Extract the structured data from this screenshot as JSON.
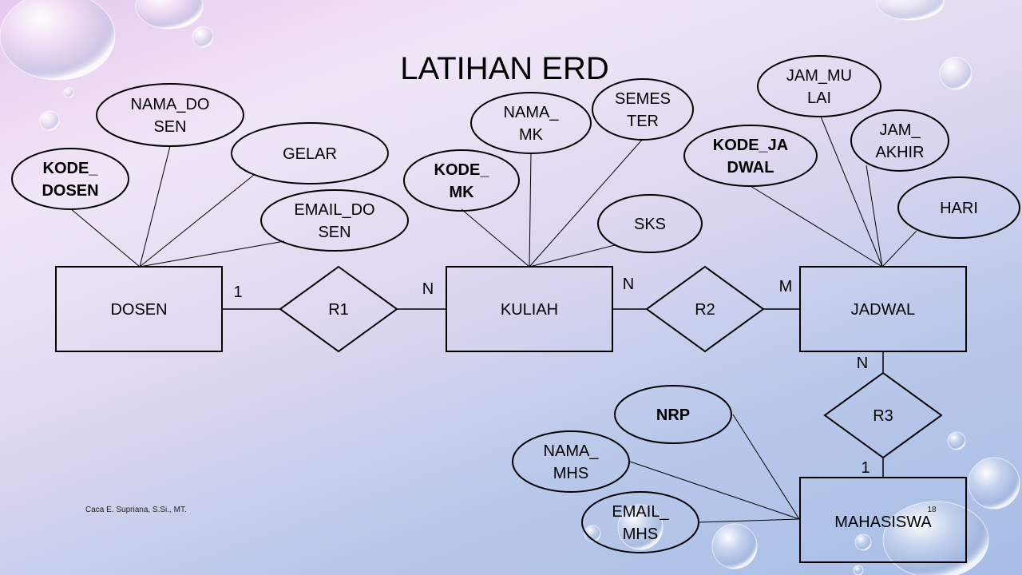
{
  "title": "LATIHAN ERD",
  "footer": {
    "author": "Caca E. Supriana, S.Si., MT.",
    "page_number": "18"
  },
  "entities": {
    "dosen": "DOSEN",
    "kuliah": "KULIAH",
    "jadwal": "JADWAL",
    "mahasiswa": "MAHASISWA"
  },
  "relationships": {
    "r1": "R1",
    "r2": "R2",
    "r3": "R3"
  },
  "cardinalities": {
    "r1_dosen": "1",
    "r1_kuliah": "N",
    "r2_kuliah": "N",
    "r2_jadwal": "M",
    "r3_jadwal": "N",
    "r3_mahasiswa": "1"
  },
  "attributes": {
    "kode_dosen": {
      "lines": [
        "KODE_",
        "DOSEN"
      ],
      "key": true
    },
    "nama_dosen": {
      "lines": [
        "NAMA_DO",
        "SEN"
      ],
      "key": false
    },
    "gelar": {
      "lines": [
        "GELAR"
      ],
      "key": false
    },
    "email_dosen": {
      "lines": [
        "EMAIL_DO",
        "SEN"
      ],
      "key": false
    },
    "kode_mk": {
      "lines": [
        "KODE_",
        "MK"
      ],
      "key": true
    },
    "nama_mk": {
      "lines": [
        "NAMA_",
        "MK"
      ],
      "key": false
    },
    "semester": {
      "lines": [
        "SEMES",
        "TER"
      ],
      "key": false
    },
    "sks": {
      "lines": [
        "SKS"
      ],
      "key": false
    },
    "kode_jadwal": {
      "lines": [
        "KODE_JA",
        "DWAL"
      ],
      "key": true
    },
    "jam_mulai": {
      "lines": [
        "JAM_MU",
        "LAI"
      ],
      "key": false
    },
    "jam_akhir": {
      "lines": [
        "JAM_",
        "AKHIR"
      ],
      "key": false
    },
    "hari": {
      "lines": [
        "HARI"
      ],
      "key": false
    },
    "nrp": {
      "lines": [
        "NRP"
      ],
      "key": true
    },
    "nama_mhs": {
      "lines": [
        "NAMA_",
        "MHS"
      ],
      "key": false
    },
    "email_mhs": {
      "lines": [
        "EMAIL_",
        "MHS"
      ],
      "key": false
    }
  }
}
